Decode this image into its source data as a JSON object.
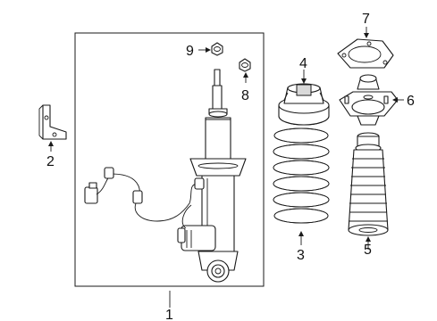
{
  "callouts": {
    "c1": "1",
    "c2": "2",
    "c3": "3",
    "c4": "4",
    "c5": "5",
    "c6": "6",
    "c7": "7",
    "c8": "8",
    "c9": "9"
  },
  "colors": {
    "line": "#1a1a1a",
    "fill": "#ffffff",
    "shade": "#d9d9d9"
  }
}
